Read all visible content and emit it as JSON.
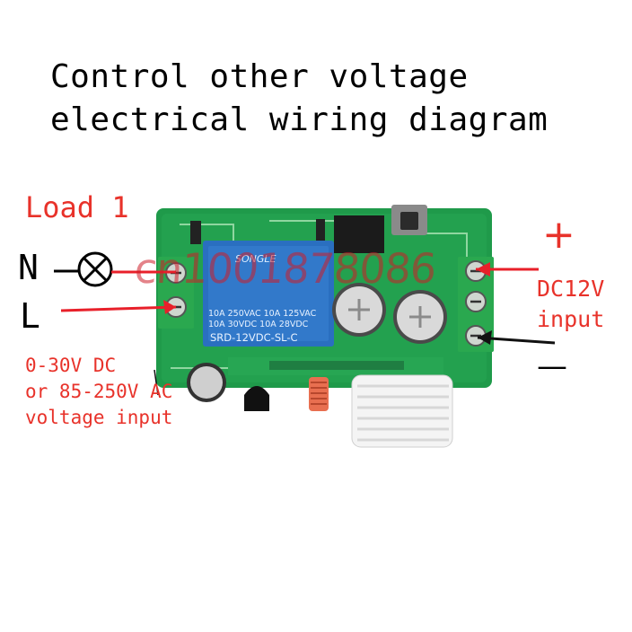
{
  "title": {
    "line1": "Control other voltage",
    "line2": "electrical wiring diagram"
  },
  "load_label": "Load 1",
  "neutral_label": "N",
  "line_label": "L",
  "input_voltage_label": {
    "line1": "0-30V DC",
    "line2": "or 85-250V AC",
    "line3": "voltage input"
  },
  "dc_label": {
    "line1": "DC12V",
    "line2": "input"
  },
  "plus_sign": "+",
  "minus_sign": "—",
  "relay": {
    "line1": "10A 250VAC  10A 125VAC",
    "line2": "10A 30VDC   10A 28VDC",
    "model": "SRD-12VDC-SL-C",
    "brand": "SONGLE"
  },
  "watermark": "cn1001878086",
  "colors": {
    "red_text": "#e8322a",
    "wire_red": "#e8202a",
    "pcb_green": "#1f9a4a",
    "relay_blue": "#2a6fc0"
  }
}
